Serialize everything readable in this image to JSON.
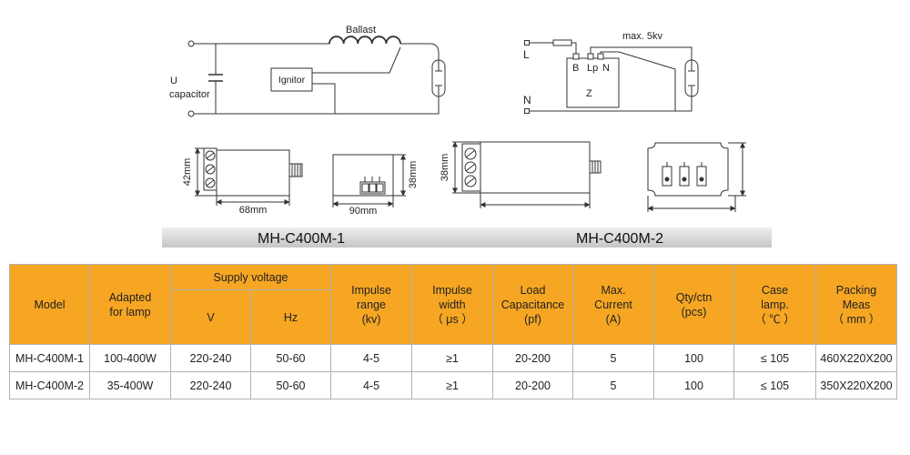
{
  "circuit_1": {
    "ballast_label": "Ballast",
    "u_label": "U",
    "capacitor_label": "capacitor",
    "ignitor_label": "Ignitor"
  },
  "circuit_2": {
    "l_label": "L",
    "n_label": "N",
    "voltage_label": "max. 5kv",
    "terminal_b": "B",
    "terminal_lp": "Lp",
    "terminal_n": "N",
    "box_label": "Z"
  },
  "dimensions": {
    "m1_side_height": "42mm",
    "m1_side_width": "68mm",
    "m1_top_height": "38mm",
    "m1_top_width": "90mm",
    "m2_side_height": "38mm"
  },
  "model_bar": {
    "left": "MH-C400M-1",
    "right": "MH-C400M-2"
  },
  "table": {
    "headers": {
      "model": "Model",
      "adapted": "Adapted\nfor lamp",
      "supply_voltage": "Supply voltage",
      "v": "V",
      "hz": "Hz",
      "impulse_range": "Impulse\nrange\n(kv)",
      "impulse_width": "Impulse\nwidth\n（ μs ）",
      "load_cap": "Load\nCapacitance\n(pf)",
      "max_current": "Max.\nCurrent\n(A)",
      "qty": "Qty/ctn\n(pcs)",
      "case_temp": "Case\nlamp.\n（ ℃ ）",
      "packing": "Packing\nMeas\n（ mm ）"
    },
    "rows": [
      [
        "MH-C400M-1",
        "100-400W",
        "220-240",
        "50-60",
        "4-5",
        "≥1",
        "20-200",
        "5",
        "100",
        "≤ 105",
        "460X220X200"
      ],
      [
        "MH-C400M-2",
        "35-400W",
        "220-240",
        "50-60",
        "4-5",
        "≥1",
        "20-200",
        "5",
        "100",
        "≤ 105",
        "350X220X200"
      ]
    ]
  },
  "colors": {
    "header_bg": "#f6a623",
    "border": "#b3b3b3",
    "line": "#333333"
  }
}
